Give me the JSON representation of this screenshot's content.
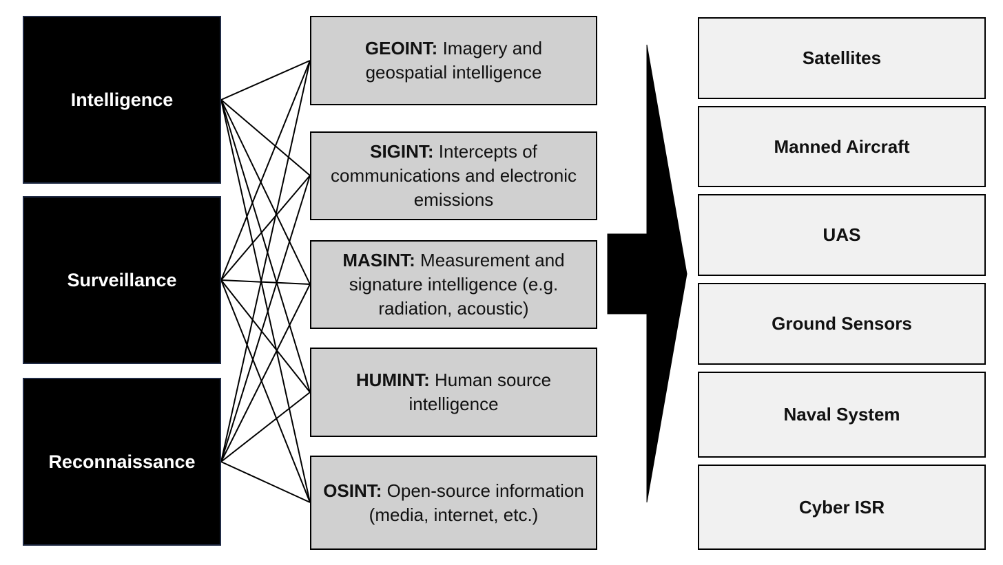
{
  "categories": [
    {
      "label": "Intelligence"
    },
    {
      "label": "Surveillance"
    },
    {
      "label": "Reconnaissance"
    }
  ],
  "disciplines": [
    {
      "abbr": "GEOINT:",
      "desc": "Imagery and geospatial intelligence"
    },
    {
      "abbr": "SIGINT:",
      "desc": "Intercepts of communications and electronic emissions"
    },
    {
      "abbr": "MASINT:",
      "desc": "Measurement and signature intelligence (e.g. radiation, acoustic)"
    },
    {
      "abbr": "HUMINT:",
      "desc": "Human source intelligence"
    },
    {
      "abbr": "OSINT:",
      "desc": "Open-source information (media, internet, etc.)"
    }
  ],
  "platforms": [
    {
      "label": "Satellites"
    },
    {
      "label": "Manned Aircraft"
    },
    {
      "label": "UAS"
    },
    {
      "label": "Ground Sensors"
    },
    {
      "label": "Naval System"
    },
    {
      "label": "Cyber ISR"
    }
  ]
}
